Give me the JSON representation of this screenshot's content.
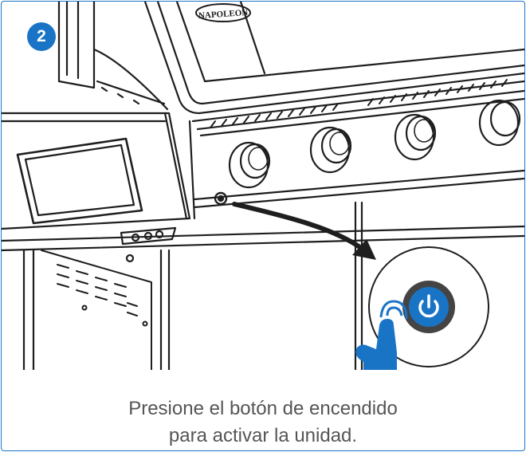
{
  "step": {
    "number": "2"
  },
  "instruction": {
    "line1": "Presione el botón de encendido",
    "line2": "para activar la unidad."
  },
  "illustration": {
    "brand_logo_text": "NAPOLEON",
    "icons": [
      "power-icon",
      "hand-pointer-icon",
      "curved-arrow-icon"
    ]
  },
  "colors": {
    "accent": "#1a74c6",
    "frame": "#1a74c6",
    "caption_text": "#555555",
    "line_art": "#1e1e1e"
  }
}
